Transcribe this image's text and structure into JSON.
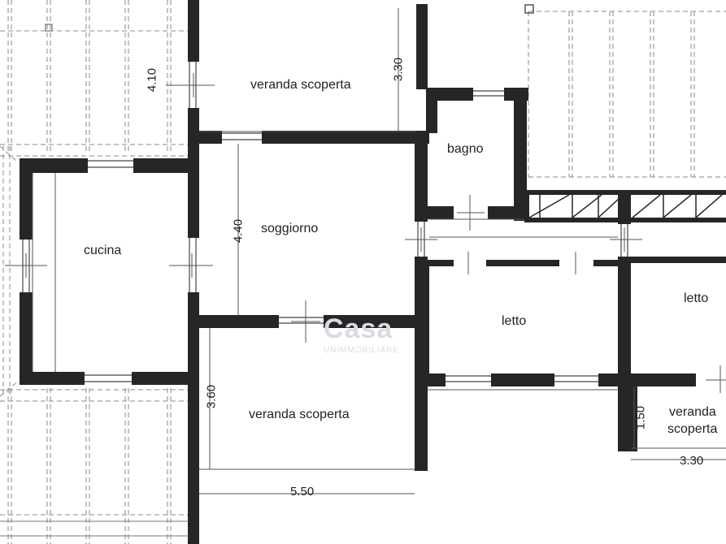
{
  "rooms": {
    "veranda_top": "veranda scoperta",
    "bagno": "bagno",
    "cucina": "cucina",
    "soggiorno": "soggiorno",
    "letto_center": "letto",
    "letto_right": "letto",
    "veranda_bottom": "veranda scoperta",
    "veranda_right_line1": "veranda",
    "veranda_right_line2": "scoperta"
  },
  "dimensions": {
    "d410": "4.10",
    "d330_top": "3.30",
    "d440": "4.40",
    "d360": "3.60",
    "d150": "1.50",
    "d330_bottom": "3.30",
    "d550": "5.50"
  },
  "watermark": {
    "text": "UNIMMOBILIARE"
  },
  "colors": {
    "wall": "#262626",
    "line": "#555555",
    "dashed": "#8a8a8a",
    "background": "#ffffff"
  }
}
